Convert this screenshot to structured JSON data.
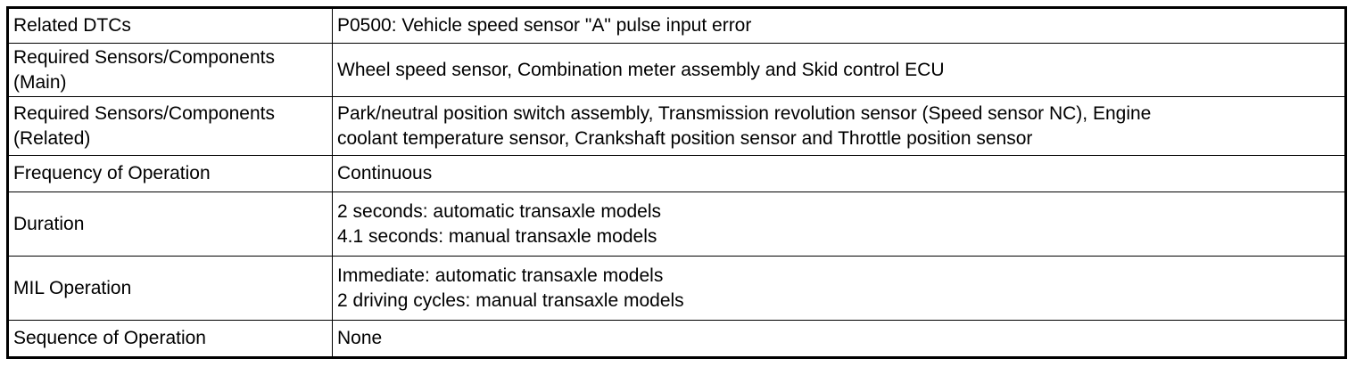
{
  "rows": [
    {
      "label": [
        "Related DTCs"
      ],
      "value": [
        "P0500: Vehicle speed sensor \"A\" pulse input error"
      ]
    },
    {
      "label": [
        "Required Sensors/Components",
        "(Main)"
      ],
      "value": [
        "Wheel speed sensor, Combination meter assembly and Skid control ECU"
      ]
    },
    {
      "label": [
        "Required Sensors/Components",
        "(Related)"
      ],
      "value": [
        "Park/neutral position switch assembly, Transmission revolution sensor (Speed sensor NC), Engine",
        "coolant temperature sensor, Crankshaft position sensor and Throttle position sensor"
      ]
    },
    {
      "label": [
        "Frequency of Operation"
      ],
      "value": [
        "Continuous"
      ]
    },
    {
      "label": [
        "Duration"
      ],
      "value": [
        "2 seconds: automatic transaxle models",
        "4.1 seconds: manual transaxle models"
      ]
    },
    {
      "label": [
        "MIL Operation"
      ],
      "value": [
        "Immediate: automatic transaxle models",
        "2 driving cycles: manual transaxle models"
      ]
    },
    {
      "label": [
        "Sequence of Operation"
      ],
      "value": [
        "None"
      ]
    }
  ]
}
